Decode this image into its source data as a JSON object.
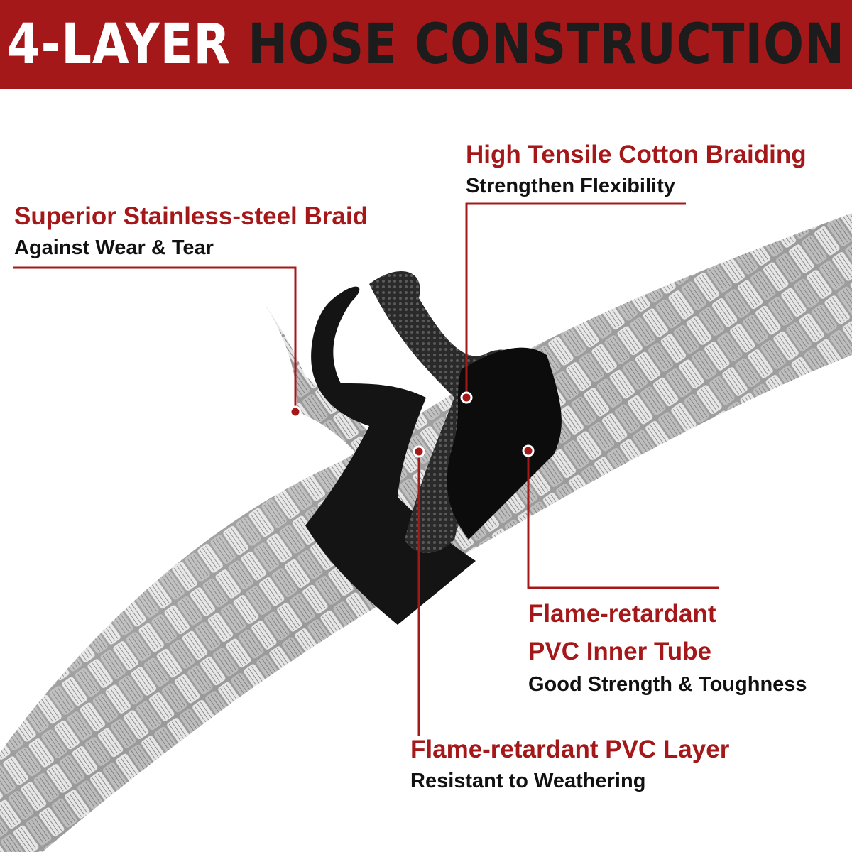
{
  "banner": {
    "title_white": "4-LAYER",
    "title_dark": "HOSE CONSTRUCTION"
  },
  "callouts": {
    "steel_braid": {
      "title": "Superior Stainless-steel Braid",
      "subtitle": "Against Wear & Tear"
    },
    "cotton": {
      "title": "High Tensile Cotton Braiding",
      "subtitle": "Strengthen Flexibility"
    },
    "inner_tube": {
      "title_line1": "Flame-retardant",
      "title_line2": "PVC Inner Tube",
      "subtitle": "Good Strength & Toughness"
    },
    "pvc_layer": {
      "title": "Flame-retardant PVC Layer",
      "subtitle": "Resistant to Weathering"
    }
  },
  "colors": {
    "accent": "#a5181a",
    "text_dark": "#111111",
    "steel": "#c9c9c9",
    "rubber": "#141414"
  },
  "icons": {
    "hose": "braided-steel-hose-cutaway"
  }
}
